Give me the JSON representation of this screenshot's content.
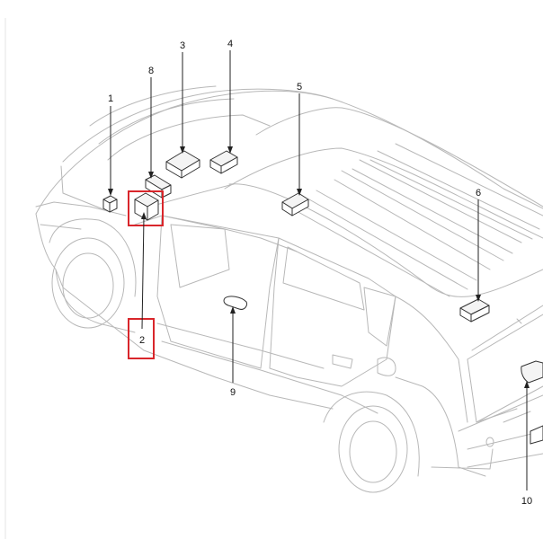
{
  "callouts": [
    {
      "label": "1"
    },
    {
      "label": "2"
    },
    {
      "label": "3"
    },
    {
      "label": "4"
    },
    {
      "label": "5"
    },
    {
      "label": "6"
    },
    {
      "label": "8"
    },
    {
      "label": "9"
    },
    {
      "label": "10"
    }
  ],
  "highlight_color": "#d9262b",
  "line_color": "#b8b8b8"
}
